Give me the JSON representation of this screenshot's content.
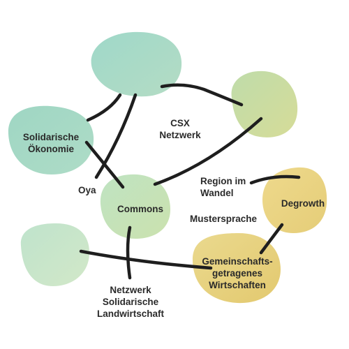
{
  "diagram": {
    "nodes": [
      {
        "id": "top-blob",
        "label": ""
      },
      {
        "id": "right-blob",
        "label": ""
      },
      {
        "id": "solidarische-oekonomie",
        "label_lines": [
          "Solidarische",
          "Ökonomie"
        ]
      },
      {
        "id": "commons",
        "label": "Commons"
      },
      {
        "id": "degrowth",
        "label": "Degrowth"
      },
      {
        "id": "left-bottom-blob",
        "label": ""
      },
      {
        "id": "gemeinschaftsgetragenes-wirtschaften",
        "label_lines": [
          "Gemeinschafts-",
          "getragenes",
          "Wirtschaften"
        ]
      }
    ],
    "free_labels": {
      "csx_lines": [
        "CSX",
        "Netzwerk"
      ],
      "region_lines": [
        "Region im",
        "Wandel"
      ],
      "oya": "Oya",
      "mustersprache": "Mustersprache",
      "netzwerk_lines": [
        "Netzwerk",
        "Solidarische",
        "Landwirtschaft"
      ]
    },
    "colors": {
      "teal": "#a8dac9",
      "green": "#c6d99a",
      "mint": "#bfe0c0",
      "yellow": "#ead386",
      "line": "#1e1e1e",
      "text": "#2a2a2a"
    }
  }
}
